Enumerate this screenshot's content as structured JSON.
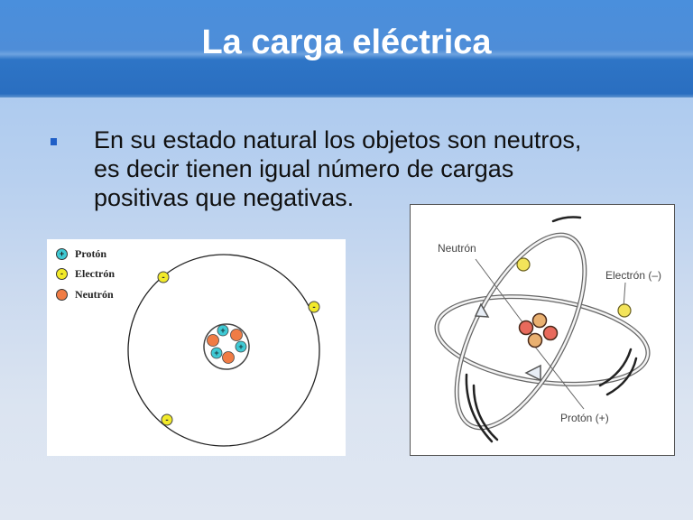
{
  "slide": {
    "title": "La carga eléctrica",
    "bullets": [
      {
        "icon": "square-bullet-icon",
        "lines": [
          "En su estado natural los objetos son neutros,",
          "es decir tienen igual número de cargas",
          "positivas que negativas."
        ]
      }
    ]
  },
  "figure_left": {
    "legend": [
      {
        "label": "Protón",
        "symbol": "+",
        "color": "#3fc9d4"
      },
      {
        "label": "Electrón",
        "symbol": "-",
        "color": "#f2ea2a"
      },
      {
        "label": "Neutrón",
        "symbol": "",
        "color": "#f07c45"
      }
    ],
    "electron_symbol": "-",
    "proton_symbol": "+"
  },
  "figure_right": {
    "labels": {
      "neutron": "Neutrón",
      "electron": "Electrón (–)",
      "proton": "Protón (+)"
    }
  },
  "colors": {
    "title_bar": "#2e75c6",
    "title_text": "#ffffff",
    "bullet": "#1f5fc7",
    "proton": "#3fc9d4",
    "electron": "#f2ea2a",
    "neutron": "#f07c45"
  }
}
